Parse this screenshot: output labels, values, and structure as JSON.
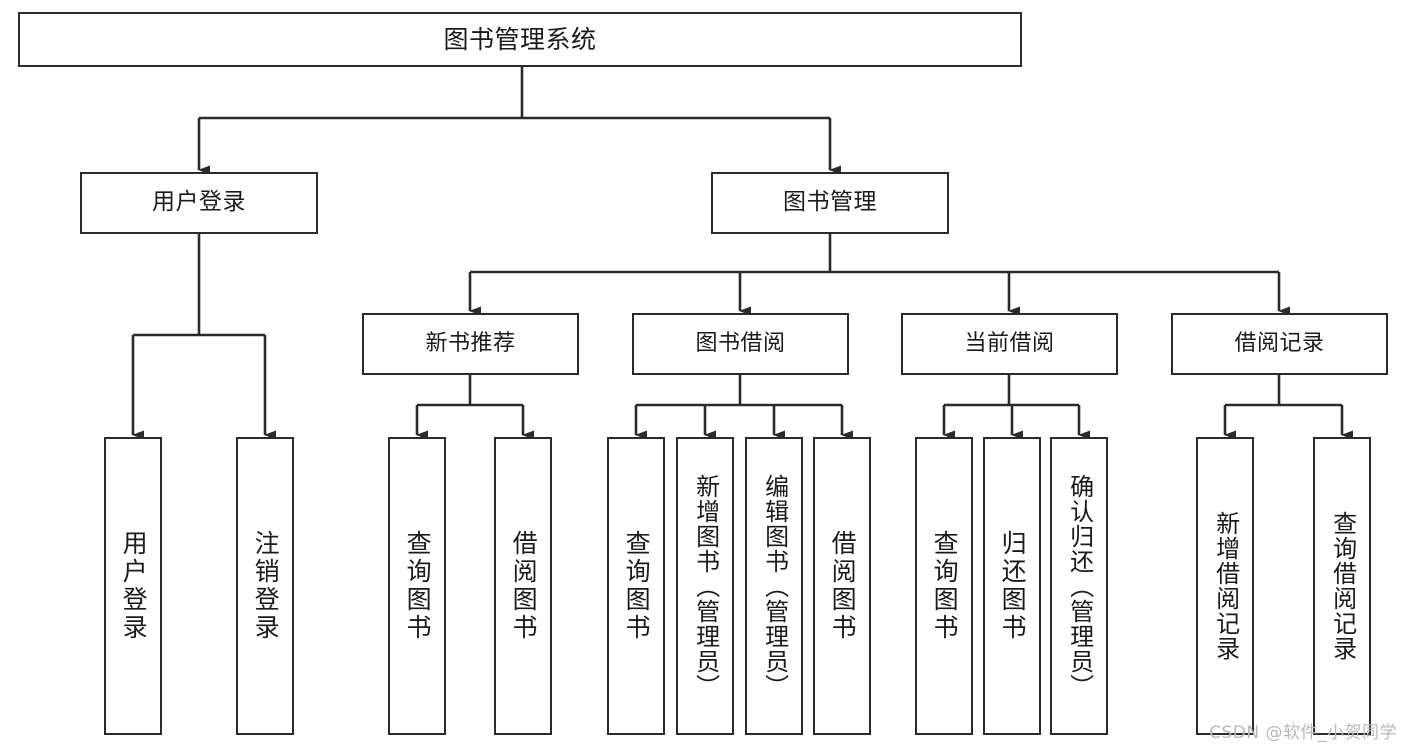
{
  "diagram": {
    "title": "图书管理系统",
    "type": "tree-hierarchy-chart",
    "watermark": "CSDN @软件_小贺同学",
    "colors": {
      "stroke": "#2b2b2b",
      "fill": "#ffffff",
      "text": "#1b1b1b",
      "watermark": "#b9b9b9"
    }
  },
  "nodes": {
    "root": {
      "label": "图书管理系统"
    },
    "level1": [
      {
        "id": "user-login",
        "label": "用户登录"
      },
      {
        "id": "book-management",
        "label": "图书管理"
      }
    ],
    "level2": [
      {
        "id": "new-book-recommend",
        "label": "新书推荐"
      },
      {
        "id": "book-borrow",
        "label": "图书借阅"
      },
      {
        "id": "current-borrow",
        "label": "当前借阅"
      },
      {
        "id": "borrow-record",
        "label": "借阅记录"
      }
    ],
    "leaves": {
      "user_login": [
        {
          "id": "leaf-user-login",
          "label": "用户登录"
        },
        {
          "id": "leaf-logout",
          "label": "注销登录"
        }
      ],
      "new_book_recommend": [
        {
          "id": "leaf-query-book-1",
          "label": "查询图书"
        },
        {
          "id": "leaf-borrow-book-1",
          "label": "借阅图书"
        }
      ],
      "book_borrow": [
        {
          "id": "leaf-query-book-2",
          "label": "查询图书"
        },
        {
          "id": "leaf-add-book",
          "label": "新增图书（管理员）"
        },
        {
          "id": "leaf-edit-book",
          "label": "编辑图书（管理员）"
        },
        {
          "id": "leaf-borrow-book-2",
          "label": "借阅图书"
        }
      ],
      "current_borrow": [
        {
          "id": "leaf-query-book-3",
          "label": "查询图书"
        },
        {
          "id": "leaf-return-book",
          "label": "归还图书"
        },
        {
          "id": "leaf-confirm-return",
          "label": "确认归还（管理员）"
        }
      ],
      "borrow_record": [
        {
          "id": "leaf-add-record",
          "label": "新增借阅记录"
        },
        {
          "id": "leaf-query-record",
          "label": "查询借阅记录"
        }
      ]
    }
  }
}
